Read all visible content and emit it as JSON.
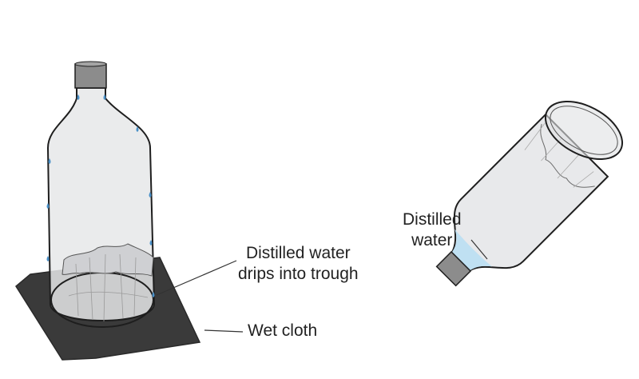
{
  "labels": {
    "trough": {
      "line1": "Distilled water",
      "line2": "drips into trough"
    },
    "cloth": {
      "text": "Wet cloth"
    },
    "distilled": {
      "line1": "Distilled",
      "line2": "water"
    }
  },
  "colors": {
    "cloth": "#3a3a3a",
    "bottle_fill": "#e6e7e9",
    "bottle_stroke": "#1e1e1e",
    "droplet": "#4a90c8",
    "water": "#bfe0f2",
    "cap": "#8c8c8c"
  }
}
